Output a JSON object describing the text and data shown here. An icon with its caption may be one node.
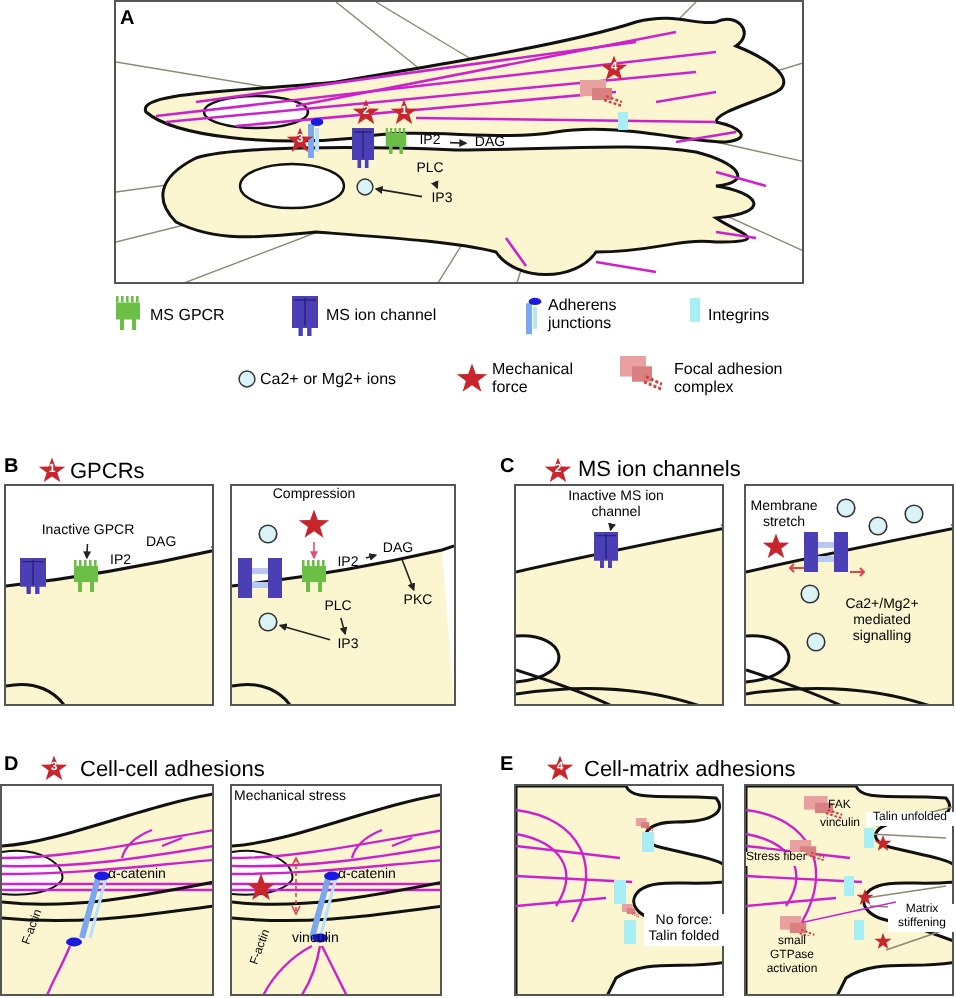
{
  "diagram": {
    "nodes": [
      {
        "text": [
          "IP2"
        ]
      },
      {
        "text": [
          "DAG"
        ]
      },
      {
        "text": [
          "PLC"
        ]
      },
      {
        "text": [
          "IP3"
        ]
      },
      {
        "text": [],
        "shape": "circle"
      },
      {
        "text": [
          "Inactive GPCR"
        ]
      },
      {
        "text": [],
        "shape": "picture"
      },
      {
        "text": [
          "Compression"
        ]
      },
      {
        "text": [],
        "shape": "picture"
      },
      {
        "text": [
          "IP2"
        ]
      },
      {
        "text": [
          "DAG"
        ]
      },
      {
        "text": [
          "PKC"
        ]
      },
      {
        "text": [
          "PLC"
        ]
      },
      {
        "text": [
          "IP3"
        ]
      },
      {
        "text": [],
        "shape": "circle"
      },
      {
        "text": [
          "Inactive MS ion channel"
        ]
      },
      {
        "text": [],
        "shape": "picture"
      },
      {
        "text": [
          "3"
        ]
      },
      {
        "text": [
          "2"
        ]
      },
      {
        "text": [
          "1"
        ]
      },
      {
        "text": [
          "4"
        ]
      },
      {
        "text": [
          "1"
        ]
      },
      {
        "text": [
          "2"
        ]
      },
      {
        "text": [
          "3"
        ]
      },
      {
        "text": [
          "4"
        ]
      }
    ],
    "edges": [
      {
        "from": 0,
        "to": 1,
        "arrow": "to"
      },
      {
        "from": 2,
        "to": 3,
        "arrow": "to"
      },
      {
        "from": 3,
        "to": 4,
        "arrow": "to"
      },
      {
        "from": 5,
        "to": 6,
        "arrow": "to"
      },
      {
        "from": 7,
        "to": 8,
        "arrow": "to",
        "color": "#e05070"
      },
      {
        "from": 9,
        "to": 10,
        "arrow": "to"
      },
      {
        "from": 10,
        "to": 11,
        "arrow": "to"
      },
      {
        "from": 12,
        "to": 13,
        "arrow": "to"
      },
      {
        "from": 13,
        "to": 14,
        "arrow": "to"
      },
      {
        "from": 15,
        "to": 16,
        "arrow": "to"
      }
    ],
    "labels": [
      "A",
      "B",
      "GPCRs",
      "IP2",
      "DAG",
      "C",
      "MS ion channels",
      "Membrane stretch",
      "Ca2+/Mg2+ mediated signalling",
      "D",
      "Cell-cell adhesions",
      "α-catenin",
      "F-actin",
      "Mechanical stress",
      "α-catenin",
      "vinculin",
      "F-actin",
      "E",
      "Cell-matrix adhesions",
      "No force: Talin folded",
      "FAK",
      "vinculin",
      "Talin unfolded",
      "Stress fiber",
      "Matrix stiffening",
      "small GTPase activation"
    ],
    "legend": [
      {
        "text": "MS GPCR"
      },
      {
        "text": "MS ion channel"
      },
      {
        "text": "Adherens junctions"
      },
      {
        "text": "Integrins"
      },
      {
        "text": "Ca2+ or Mg2+ ions"
      },
      {
        "text": "Mechanical force"
      },
      {
        "text": "Focal adhesion complex"
      }
    ]
  }
}
